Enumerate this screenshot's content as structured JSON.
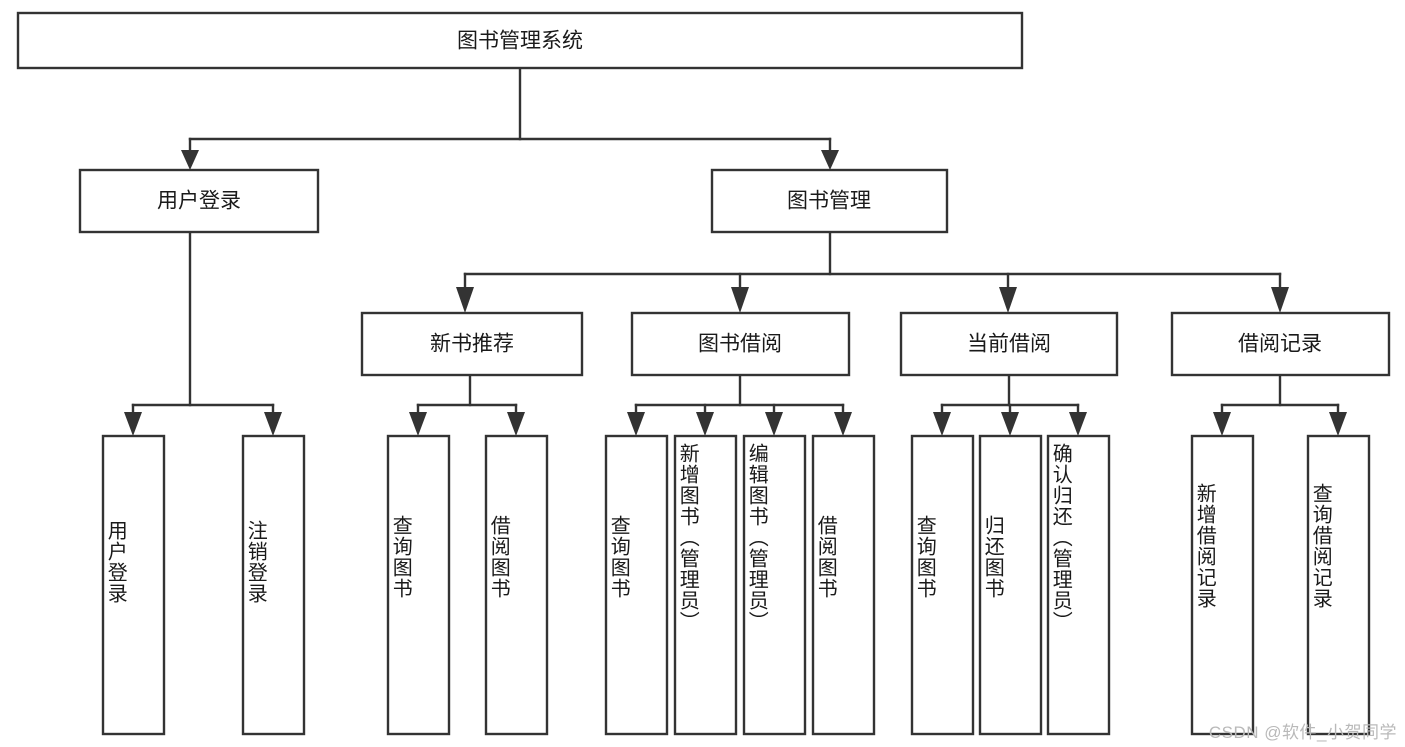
{
  "diagram": {
    "title": "图书管理系统",
    "watermark": "CSDN @软件_小贺同学",
    "accent_color": "#333333",
    "box_fill": "#ffffff",
    "root": {
      "label": "图书管理系统"
    },
    "level2": [
      {
        "label": "用户登录"
      },
      {
        "label": "图书管理"
      }
    ],
    "level3": [
      {
        "label": "新书推荐"
      },
      {
        "label": "图书借阅"
      },
      {
        "label": "当前借阅"
      },
      {
        "label": "借阅记录"
      }
    ],
    "leaves": {
      "user_login": [
        {
          "label": "用户登录"
        },
        {
          "label": "注销登录"
        }
      ],
      "new_book": [
        {
          "label": "查询图书"
        },
        {
          "label": "借阅图书"
        }
      ],
      "book_borrow": [
        {
          "label": "查询图书"
        },
        {
          "label": "新增图书（管理员）"
        },
        {
          "label": "编辑图书（管理员）"
        },
        {
          "label": "借阅图书"
        }
      ],
      "current_borrow": [
        {
          "label": "查询图书"
        },
        {
          "label": "归还图书"
        },
        {
          "label": "确认归还（管理员）"
        }
      ],
      "borrow_record": [
        {
          "label": "新增借阅记录"
        },
        {
          "label": "查询借阅记录"
        }
      ]
    }
  }
}
